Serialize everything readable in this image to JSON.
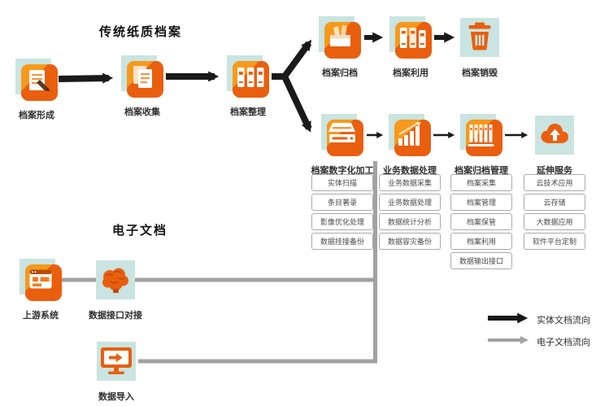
{
  "titles": {
    "paper": "传统纸质档案",
    "electronic": "电子文档"
  },
  "paper_flow": [
    {
      "label": "档案形成",
      "icon": "document-edit"
    },
    {
      "label": "档案收集",
      "icon": "document-collect"
    },
    {
      "label": "档案整理",
      "icon": "folders"
    }
  ],
  "archive_branch": [
    {
      "label": "档案归档",
      "icon": "archive-box"
    },
    {
      "label": "档案利用",
      "icon": "books"
    },
    {
      "label": "档案销毁",
      "icon": "trash"
    }
  ],
  "digital_branch": [
    {
      "label": "档案数字化加工",
      "icon": "scanner",
      "items": [
        "实体扫描",
        "条目著录",
        "影像优化处理",
        "数据挂接备份"
      ]
    },
    {
      "label": "业务数据处理",
      "icon": "bar-chart",
      "items": [
        "业务数据采集",
        "业务数据处理",
        "数据统计分析",
        "数据容灾备份"
      ]
    },
    {
      "label": "档案归档管理",
      "icon": "archive-shelf",
      "items": [
        "档案采集",
        "档案管理",
        "档案保管",
        "档案利用",
        "数据输出接口"
      ]
    },
    {
      "label": "延伸服务",
      "icon": "cloud",
      "items": [
        "云技术应用",
        "云存储",
        "大数据应用",
        "软件平台定制"
      ]
    }
  ],
  "electronic_flow": [
    {
      "label": "上游系统",
      "icon": "system-window"
    },
    {
      "label": "数据接口对接",
      "icon": "brain"
    },
    {
      "label": "数据导入",
      "icon": "monitor-import"
    }
  ],
  "legend": [
    {
      "label": "实体文档流向",
      "color": "#1a1a1a"
    },
    {
      "label": "电子文档流向",
      "color": "#a2a2a2"
    }
  ],
  "colors": {
    "orange": "#e95f0e",
    "orange_light": "#f7991c",
    "teal": "#c9e4e1",
    "flow_black": "#1a1a1a",
    "flow_gray": "#a2a2a2",
    "box_border": "#ababab"
  }
}
